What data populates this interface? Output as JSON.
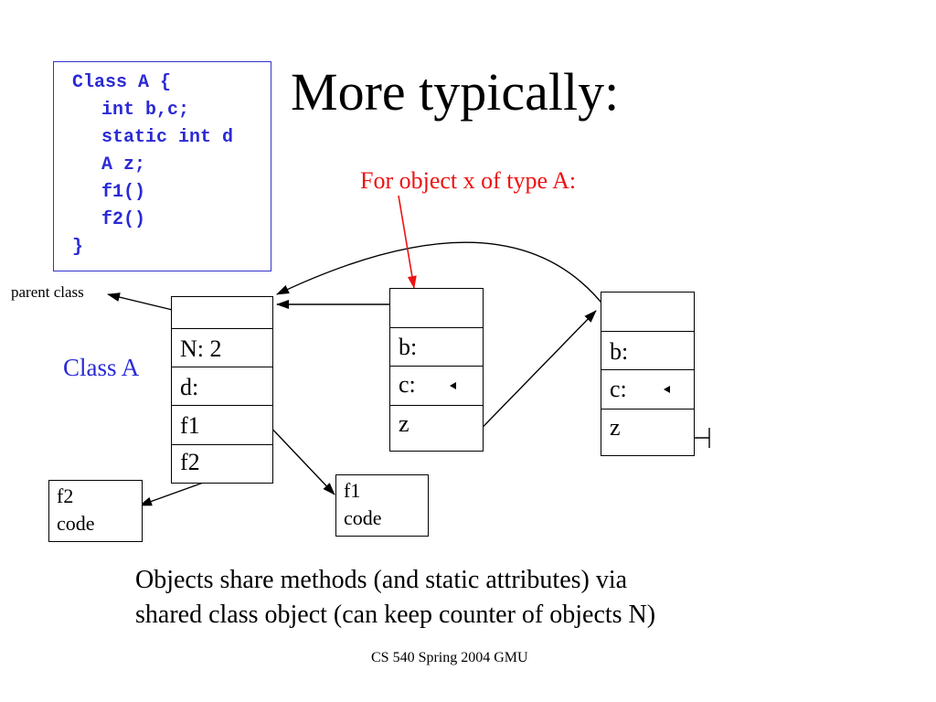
{
  "slide": {
    "title": "More typically:",
    "subtitle": "For object x of type A:",
    "footer": "CS 540 Spring 2004 GMU"
  },
  "code_listing": [
    "Class A {",
    "  int b,c;",
    "  static int d",
    "  A z;",
    "  f1()",
    "  f2()",
    "}"
  ],
  "labels": {
    "parent_class": "parent class",
    "class_a": "Class A"
  },
  "class_object": {
    "rows": [
      "",
      "N: 2",
      "d:",
      "f1",
      "f2"
    ]
  },
  "object_1": {
    "rows": [
      "",
      "b:",
      "c:",
      "z"
    ]
  },
  "object_2": {
    "rows": [
      "",
      "b:",
      "c:",
      "z"
    ]
  },
  "method_code": {
    "f1": "f1\ncode",
    "f2": "f2\ncode"
  },
  "caption": {
    "line1": "Objects share methods (and static attributes) via",
    "line2": "shared class object (can keep counter of objects N)"
  },
  "colors": {
    "code_blue": "#2a2ad6",
    "highlight_red": "#ee1111",
    "ink": "#000000"
  }
}
